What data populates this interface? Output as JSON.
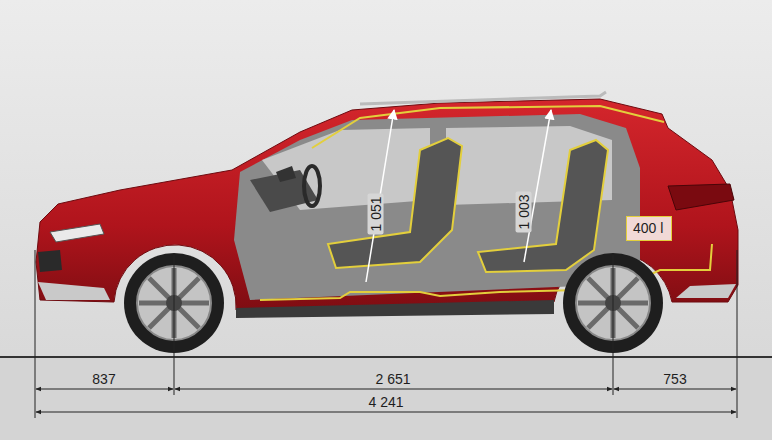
{
  "diagram": {
    "nodes": [
      {
        "text": [
          "400 l"
        ]
      }
    ],
    "labels": [
      "1 051",
      "1 003",
      "837",
      "2 651",
      "753",
      "4 241"
    ]
  }
}
